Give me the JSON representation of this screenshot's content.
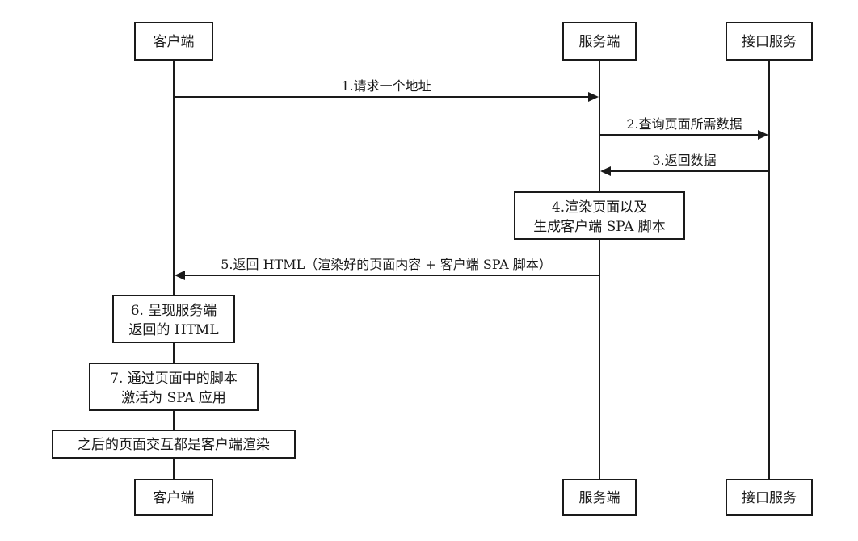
{
  "participants": {
    "client": "客户端",
    "server": "服务端",
    "api": "接口服务"
  },
  "messages": {
    "m1": "1.请求一个地址",
    "m2": "2.查询页面所需数据",
    "m3": "3.返回数据",
    "m5": "5.返回 HTML（渲染好的页面内容 + 客户端 SPA 脚本）"
  },
  "notes": {
    "n4": [
      "4.渲染页面以及",
      "生成客户端 SPA 脚本"
    ],
    "n6": [
      "6. 呈现服务端",
      "返回的 HTML"
    ],
    "n7": [
      "7. 通过页面中的脚本",
      "激活为 SPA 应用"
    ],
    "n8": [
      "之后的页面交互都是客户端渲染"
    ]
  }
}
